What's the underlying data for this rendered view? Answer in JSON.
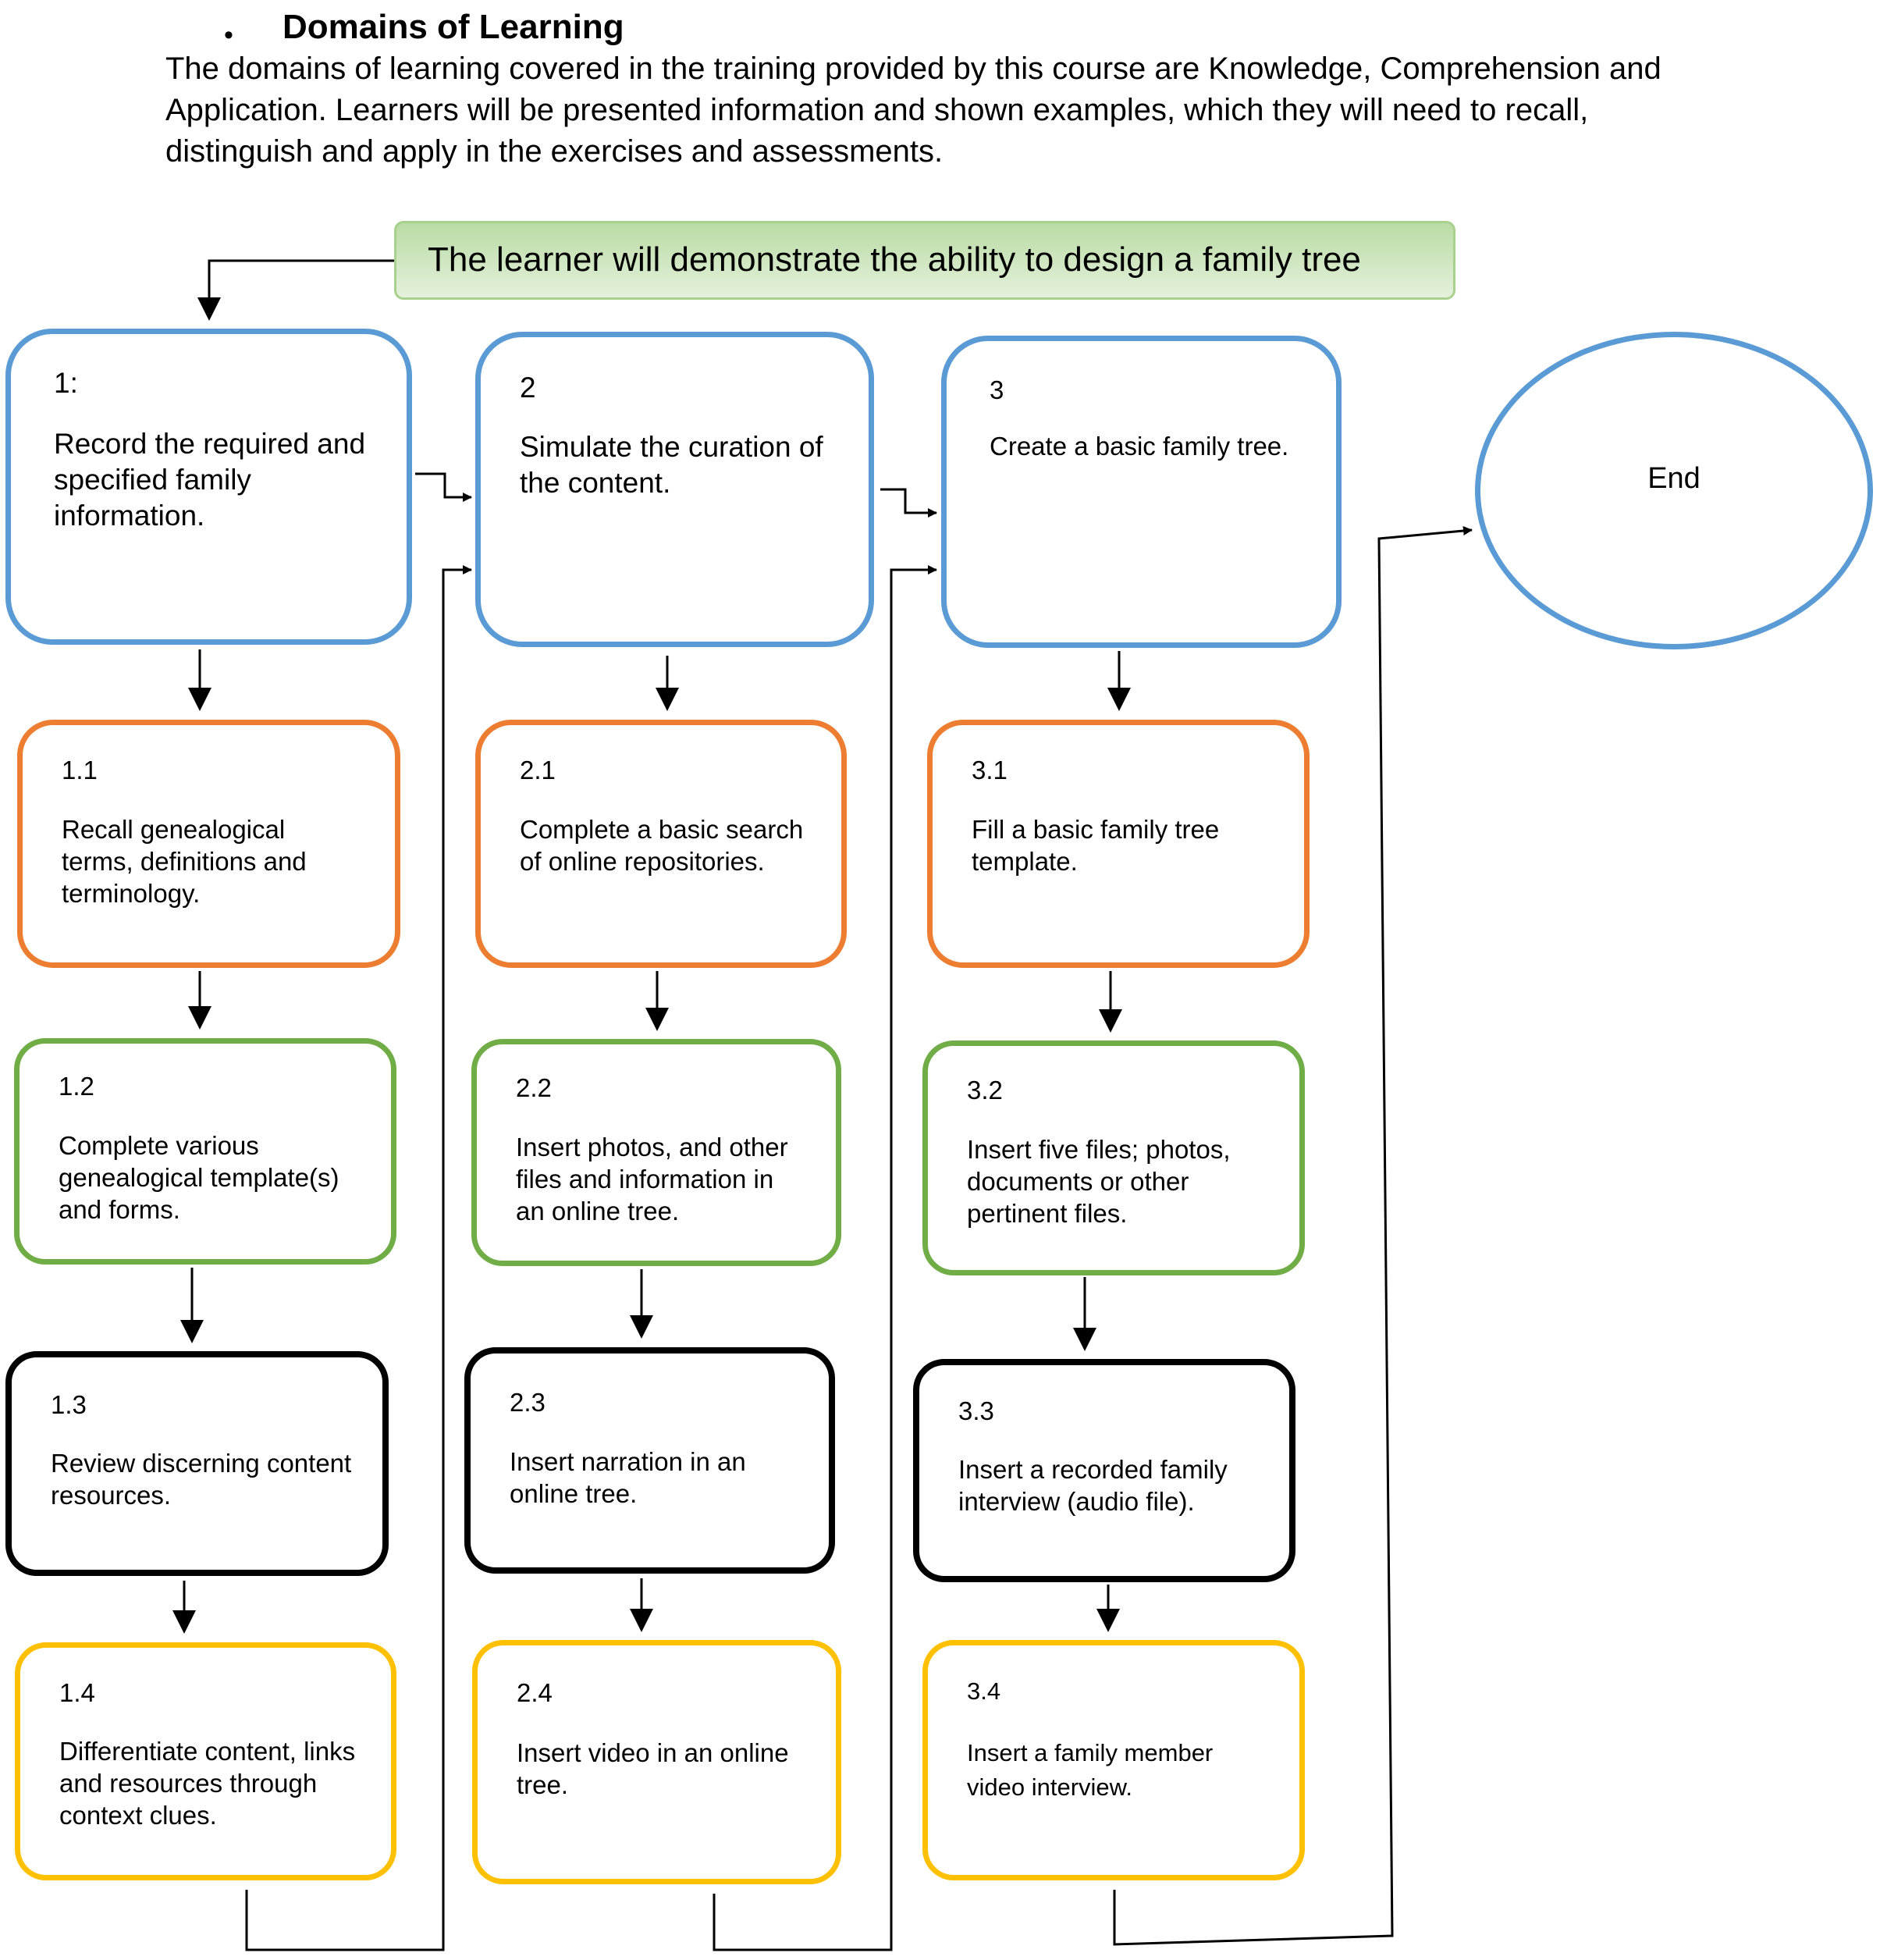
{
  "header": {
    "bullet": "•",
    "heading": "Domains of Learning",
    "intro": "The domains of learning covered in the training provided by this course are Knowledge, Comprehension and Application. Learners will be presented information and shown examples, which they will need to recall, distinguish and apply in the exercises and assessments."
  },
  "goal": {
    "text": "The learner will demonstrate the ability to design a family tree"
  },
  "end": {
    "label": "End"
  },
  "columns": [
    {
      "main": {
        "num": "1:",
        "text": "Record the required and\nspecified family\ninformation."
      },
      "steps": [
        {
          "num": "1.1",
          "text": "Recall genealogical\nterms, definitions and\nterminology."
        },
        {
          "num": "1.2",
          "text": "Complete various\ngenealogical template(s)\nand forms."
        },
        {
          "num": "1.3",
          "text": "Review discerning content\nresources."
        },
        {
          "num": "1.4",
          "text": "Differentiate content, links\nand resources through\ncontext clues."
        }
      ]
    },
    {
      "main": {
        "num": "2",
        "text": "Simulate the curation of\nthe content."
      },
      "steps": [
        {
          "num": "2.1",
          "text": "Complete a basic search\nof online repositories."
        },
        {
          "num": "2.2",
          "text": "Insert photos, and other\nfiles and information in\nan online tree."
        },
        {
          "num": "2.3",
          "text": "Insert narration in an\nonline tree."
        },
        {
          "num": "2.4",
          "text": "Insert video in an online\ntree."
        }
      ]
    },
    {
      "main": {
        "num": "3",
        "text": "Create a basic family tree."
      },
      "steps": [
        {
          "num": "3.1",
          "text": "Fill a basic family tree\ntemplate."
        },
        {
          "num": "3.2",
          "text": "Insert five files; photos,\ndocuments or other\npertinent files."
        },
        {
          "num": "3.3",
          "text": "Insert a recorded family\ninterview (audio file)."
        },
        {
          "num": "3.4",
          "text": "Insert a family member\nvideo interview."
        }
      ]
    }
  ],
  "colors": {
    "main_border": "#5b9bd5",
    "step_1_border": "#ed7d31",
    "step_2_border": "#70ad47",
    "step_3_border": "#000000",
    "step_4_border": "#ffc000",
    "goal_fill": "#b9dba4"
  }
}
